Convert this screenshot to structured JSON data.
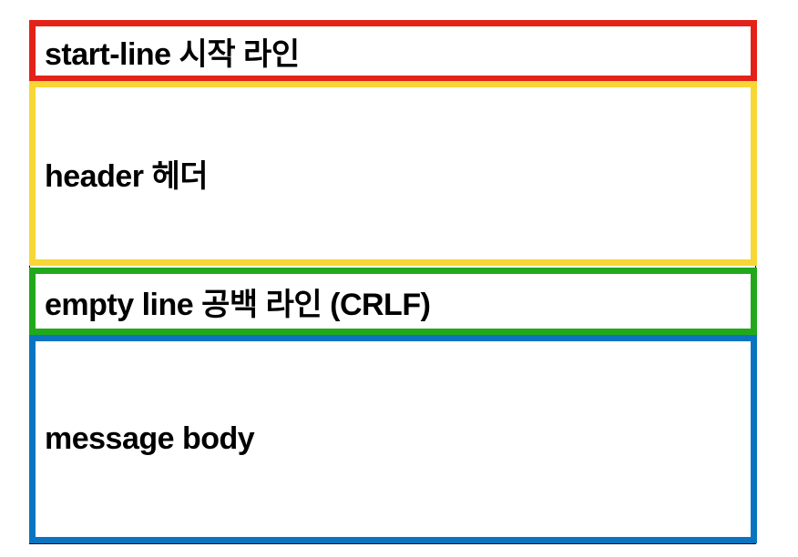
{
  "sections": [
    {
      "key": "start",
      "label": "start-line 시작 라인",
      "color": "#e32219"
    },
    {
      "key": "header",
      "label": "header 헤더",
      "color": "#f7d636"
    },
    {
      "key": "empty",
      "label": "empty line 공백 라인 (CRLF)",
      "color": "#21a91b"
    },
    {
      "key": "body",
      "label": "message body",
      "color": "#0a74c0"
    }
  ]
}
